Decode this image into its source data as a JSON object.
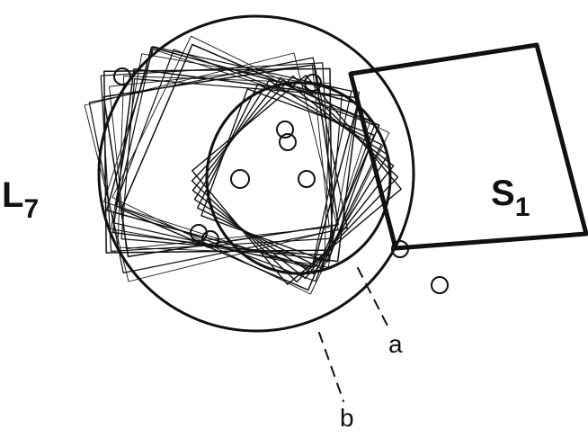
{
  "labels": {
    "left": {
      "main": "L",
      "sub": "7"
    },
    "right": {
      "main": "S",
      "sub": "1"
    },
    "a": "a",
    "b": "b"
  },
  "colors": {
    "ink": "#111111",
    "background": "#ffffff"
  }
}
